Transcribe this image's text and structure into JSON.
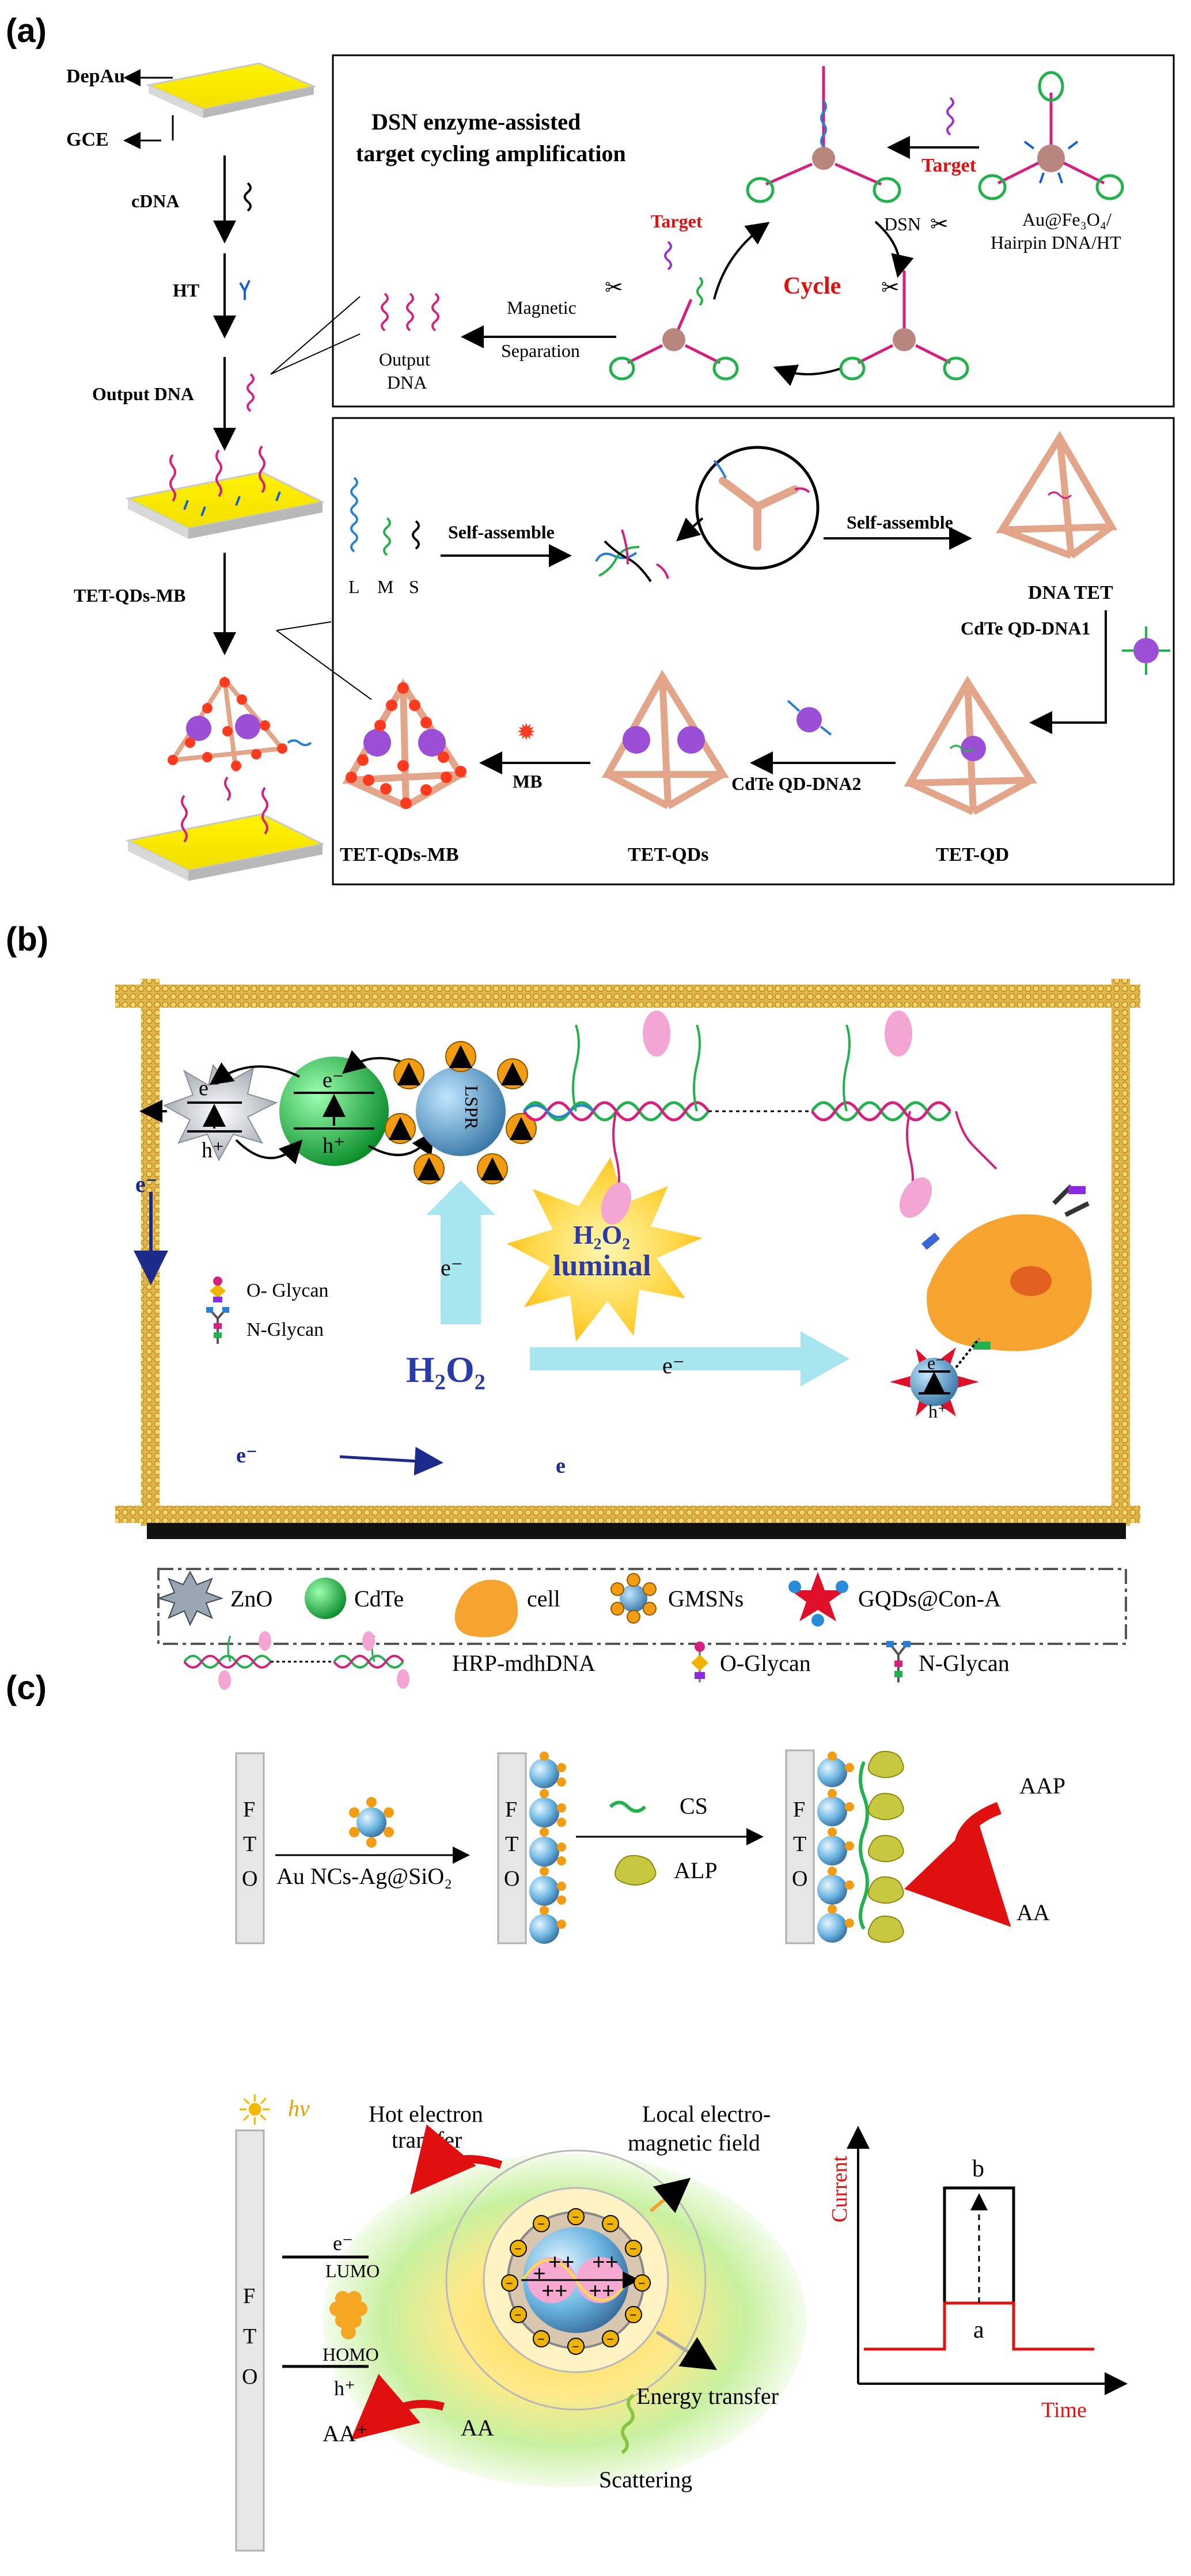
{
  "panels": {
    "a": "(a)",
    "b": "(b)",
    "c": "(c)"
  },
  "a": {
    "electrode_labels": [
      "DepAu",
      "GCE"
    ],
    "steps": [
      "cDNA",
      "HT",
      "Output DNA",
      "TET-QDs-MB"
    ],
    "top_box": {
      "title_line1": "DSN enzyme-assisted",
      "title_line2": "target cycling amplification",
      "target_label": "Target",
      "target_label_left": "Target",
      "probe_line1": "Au@Fe₃O₄/",
      "probe_line2": "Hairpin DNA/HT",
      "cycle": "Cycle",
      "dsn": "DSN",
      "magnetic": "Magnetic",
      "separation": "Separation",
      "output1": "Output",
      "output2": "DNA"
    },
    "bottom_box": {
      "strands": [
        "L",
        "M",
        "S"
      ],
      "self_assemble_1": "Self-assemble",
      "self_assemble_2": "Self-assemble",
      "dna_tet": "DNA TET",
      "qd1": "CdTe QD-DNA1",
      "qd2": "CdTe QD-DNA2",
      "tet_qd": "TET-QD",
      "tet_qds": "TET-QDs",
      "mb": "MB",
      "tet_qds_mb": "TET-QDs-MB"
    }
  },
  "b": {
    "e_top1": "e⁻",
    "h_top1": "h⁺",
    "e_top2": "e⁻",
    "h_top2": "h⁺",
    "lspr": "LSPR",
    "e_up": "e⁻",
    "h2o2_luminal_1": "H₂O₂",
    "h2o2_luminal_2": "luminal",
    "h2o2": "H₂O₂",
    "e_right": "e⁻",
    "e_left": "e⁻",
    "e_bottom_left": "e⁻",
    "e_bottom_right": "e",
    "e_right_particle": "e⁻",
    "h_right_particle": "h⁺",
    "o_glycan": "O- Glycan",
    "n_glycan": "N-Glycan",
    "legend": {
      "zno": "ZnO",
      "cdte": "CdTe",
      "cell": "cell",
      "gmsns": "GMSNs",
      "gqds": "GQDs@Con-A",
      "hrp": "HRP-mdhDNA",
      "o_glycan": "O-Glycan",
      "n_glycan": "N-Glycan"
    }
  },
  "c": {
    "fto": "FTO",
    "au_ncs": "Au NCs-Ag@SiO₂",
    "cs": "CS",
    "alp": "ALP",
    "aap": "AAP",
    "aa_top": "AA",
    "hv": "hν",
    "hot1": "Hot electron",
    "hot2": "transfer",
    "local1": "Local electro-",
    "local2": "magnetic field",
    "e_minus": "e⁻",
    "lumo": "LUMO",
    "homo": "HOMO",
    "h_plus": "h⁺",
    "aa_plus": "AA⁺",
    "aa_bottom": "AA",
    "energy": "Energy transfer",
    "scattering": "Scattering",
    "graph": {
      "ylabel": "Current",
      "xlabel": "Time",
      "a": "a",
      "b": "b"
    }
  },
  "colors": {
    "magenta": "#d4207f",
    "blue_dna": "#2a7fd4",
    "green_dna": "#22b14c",
    "gold": "#e8a317",
    "electrode_yellow": "#fff200",
    "red_label": "#e01010",
    "cyan_arrow": "#a8e6ef",
    "dark_blue": "#1c2a8c"
  }
}
